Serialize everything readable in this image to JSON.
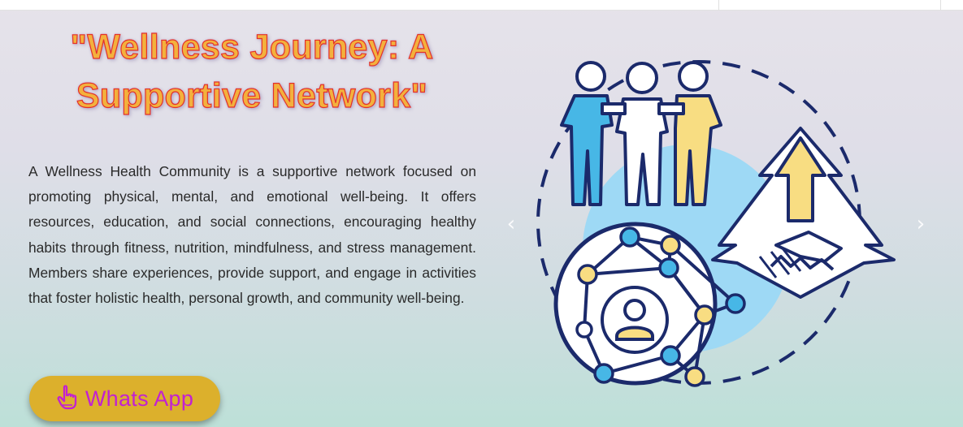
{
  "hero": {
    "title_line1": "\"Wellness Journey: A",
    "title_line2": "Supportive Network\"",
    "description": "A Wellness Health Community is a supportive network focused on promoting physical, mental, and emotional well-being. It offers resources, education, and social connections, encouraging healthy habits through fitness, nutrition, mindfulness, and stress management. Members share experiences, provide support, and engage in activities that foster holistic health, personal growth, and community well-being."
  },
  "whatsapp_button": {
    "label": "Whats App",
    "icon": "pointing-hand-icon"
  },
  "carousel": {
    "prev_icon": "chevron-left-icon",
    "next_icon": "chevron-right-icon"
  },
  "illustration": {
    "subject": "community-network-illustration",
    "icons": [
      "people-group-icon",
      "handshake-icon",
      "arrow-up-icon",
      "network-globe-icon",
      "user-icon"
    ]
  },
  "colors": {
    "title_fill": "#f3b13d",
    "title_stroke": "#e4312b",
    "button_bg": "#dcb02c",
    "button_text": "#c221d1",
    "navy": "#1b2a6b",
    "light_blue": "#9ed9f5",
    "blue": "#47b7e6",
    "yellow": "#f8dd82"
  }
}
